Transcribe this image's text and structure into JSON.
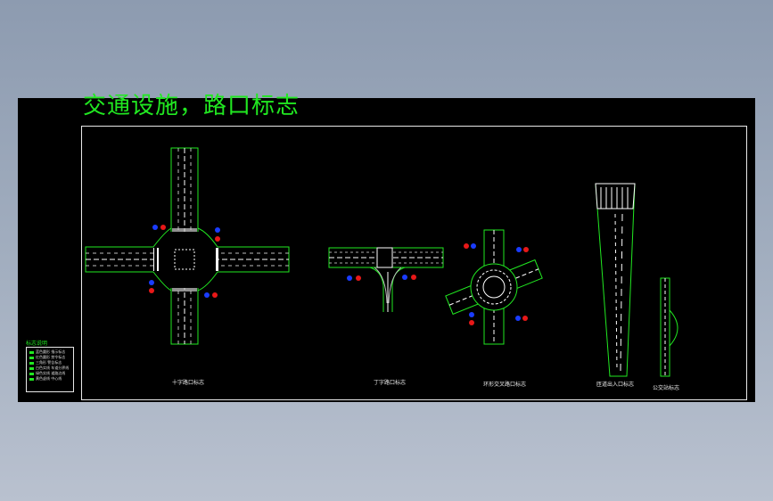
{
  "drawing": {
    "title": "交通设施，路口标志",
    "captions": [
      "十字路口标志",
      "丁字路口标志",
      "环形交叉路口标志",
      "匝道出入口标志",
      "公交站标志"
    ],
    "legend_title": "标志说明",
    "legend_lines": [
      "蓝色圆形 指示标志",
      "红色圆形 禁令标志",
      "三角形 警告标志",
      "白色实线 车道分界线",
      "绿色实线 道路边线",
      "黄色虚线 中心线"
    ]
  },
  "colors": {
    "background": "#000000",
    "frame": "#e8e8e8",
    "road_edge": "#21e821",
    "lane_line": "#ffffff",
    "sign_blue": "#1a3cff",
    "sign_red": "#e81818",
    "title": "#21e821"
  }
}
